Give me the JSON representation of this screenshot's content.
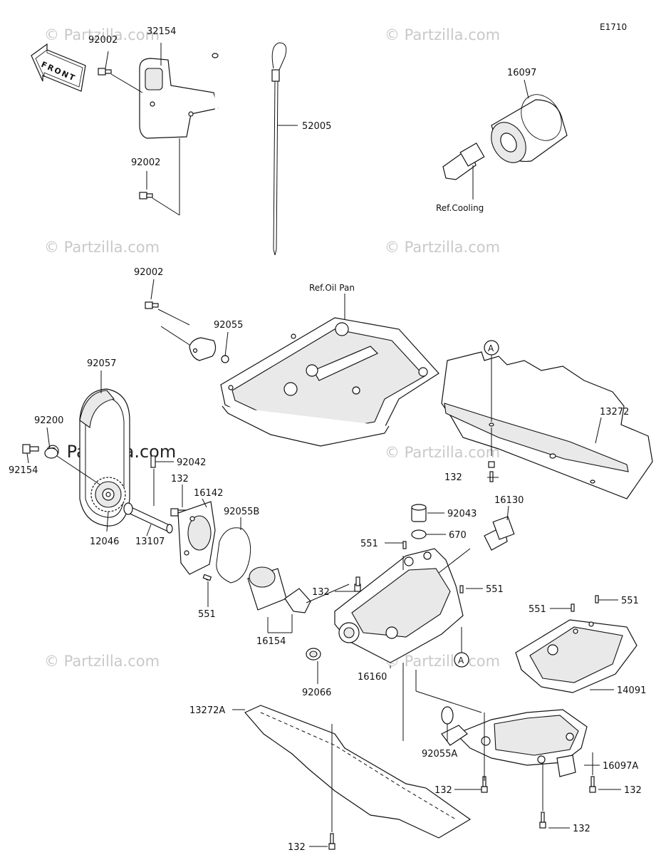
{
  "diagram_code": "E1710",
  "front_label": "FRONT",
  "watermark": "© Partzilla.com",
  "references": {
    "oil_pan": "Ref.Oil Pan",
    "cooling": "Ref.Cooling"
  },
  "callout_letter": "A",
  "part_labels": {
    "p32154": "32154",
    "p92002_a": "92002",
    "p92002_b": "92002",
    "p92002_c": "92002",
    "p52005": "52005",
    "p16097": "16097",
    "p92055": "92055",
    "p92057": "92057",
    "p92200": "92200",
    "p92154": "92154",
    "p92042": "92042",
    "p132_a": "132",
    "p16142": "16142",
    "p92055b": "92055B",
    "p12046": "12046",
    "p13107": "13107",
    "p551_a": "551",
    "p16154": "16154",
    "p13272": "13272",
    "p132_b": "132",
    "p16130": "16130",
    "p92043": "92043",
    "p670": "670",
    "p551_b": "551",
    "p132_c": "132",
    "p551_c": "551",
    "p551_d": "551",
    "p551_e": "551",
    "p14091": "14091",
    "p92066": "92066",
    "p16160": "16160",
    "p13272a": "13272A",
    "p92055a": "92055A",
    "p16097a": "16097A",
    "p132_d": "132",
    "p132_e": "132",
    "p132_f": "132",
    "p132_g": "132"
  }
}
